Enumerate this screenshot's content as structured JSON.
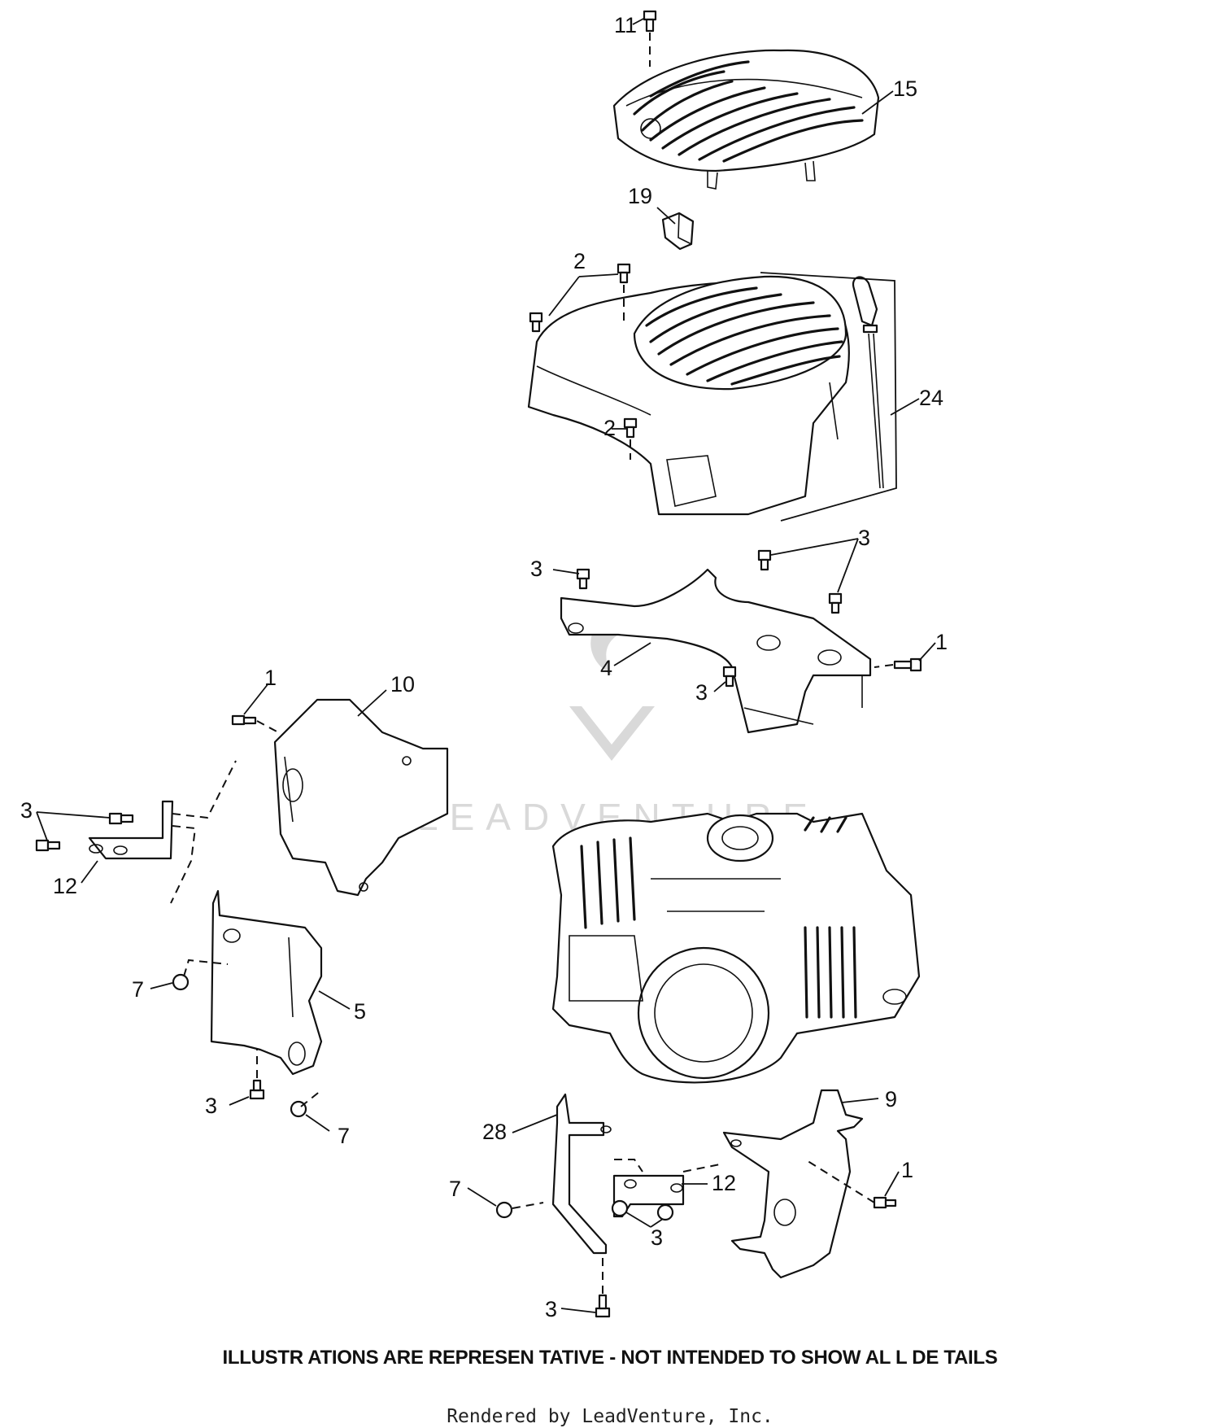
{
  "callouts": {
    "c11": "11",
    "c15": "15",
    "c19": "19",
    "c2a": "2",
    "c2b": "2",
    "c24": "24",
    "c3a": "3",
    "c3b": "3",
    "c4": "4",
    "c1a": "1",
    "c3c": "3",
    "c1b": "1",
    "c10": "10",
    "c3d": "3",
    "c12a": "12",
    "c7a": "7",
    "c5": "5",
    "c3e": "3",
    "c7b": "7",
    "c9": "9",
    "c28": "28",
    "c1c": "1",
    "c12b": "12",
    "c7c": "7",
    "c3f": "3",
    "c3g": "3"
  },
  "watermark": {
    "brand": "LEADVENTURE"
  },
  "disclaimer": "ILLUSTR ATIONS ARE REPRESEN TATIVE - NOT INTENDED   TO SHOW AL L DE TAILS",
  "footer": "Rendered by LeadVenture, Inc."
}
